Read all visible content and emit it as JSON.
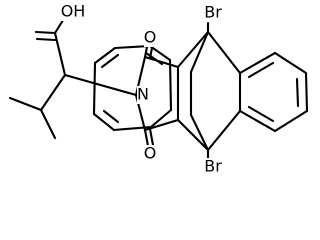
{
  "molecule": {
    "labels": {
      "hydroxyl": "OH",
      "nitrogen": "N",
      "carbonyl_top": "O",
      "carbonyl_bottom": "O",
      "bromine_top": "Br",
      "bromine_bottom": "Br"
    }
  }
}
